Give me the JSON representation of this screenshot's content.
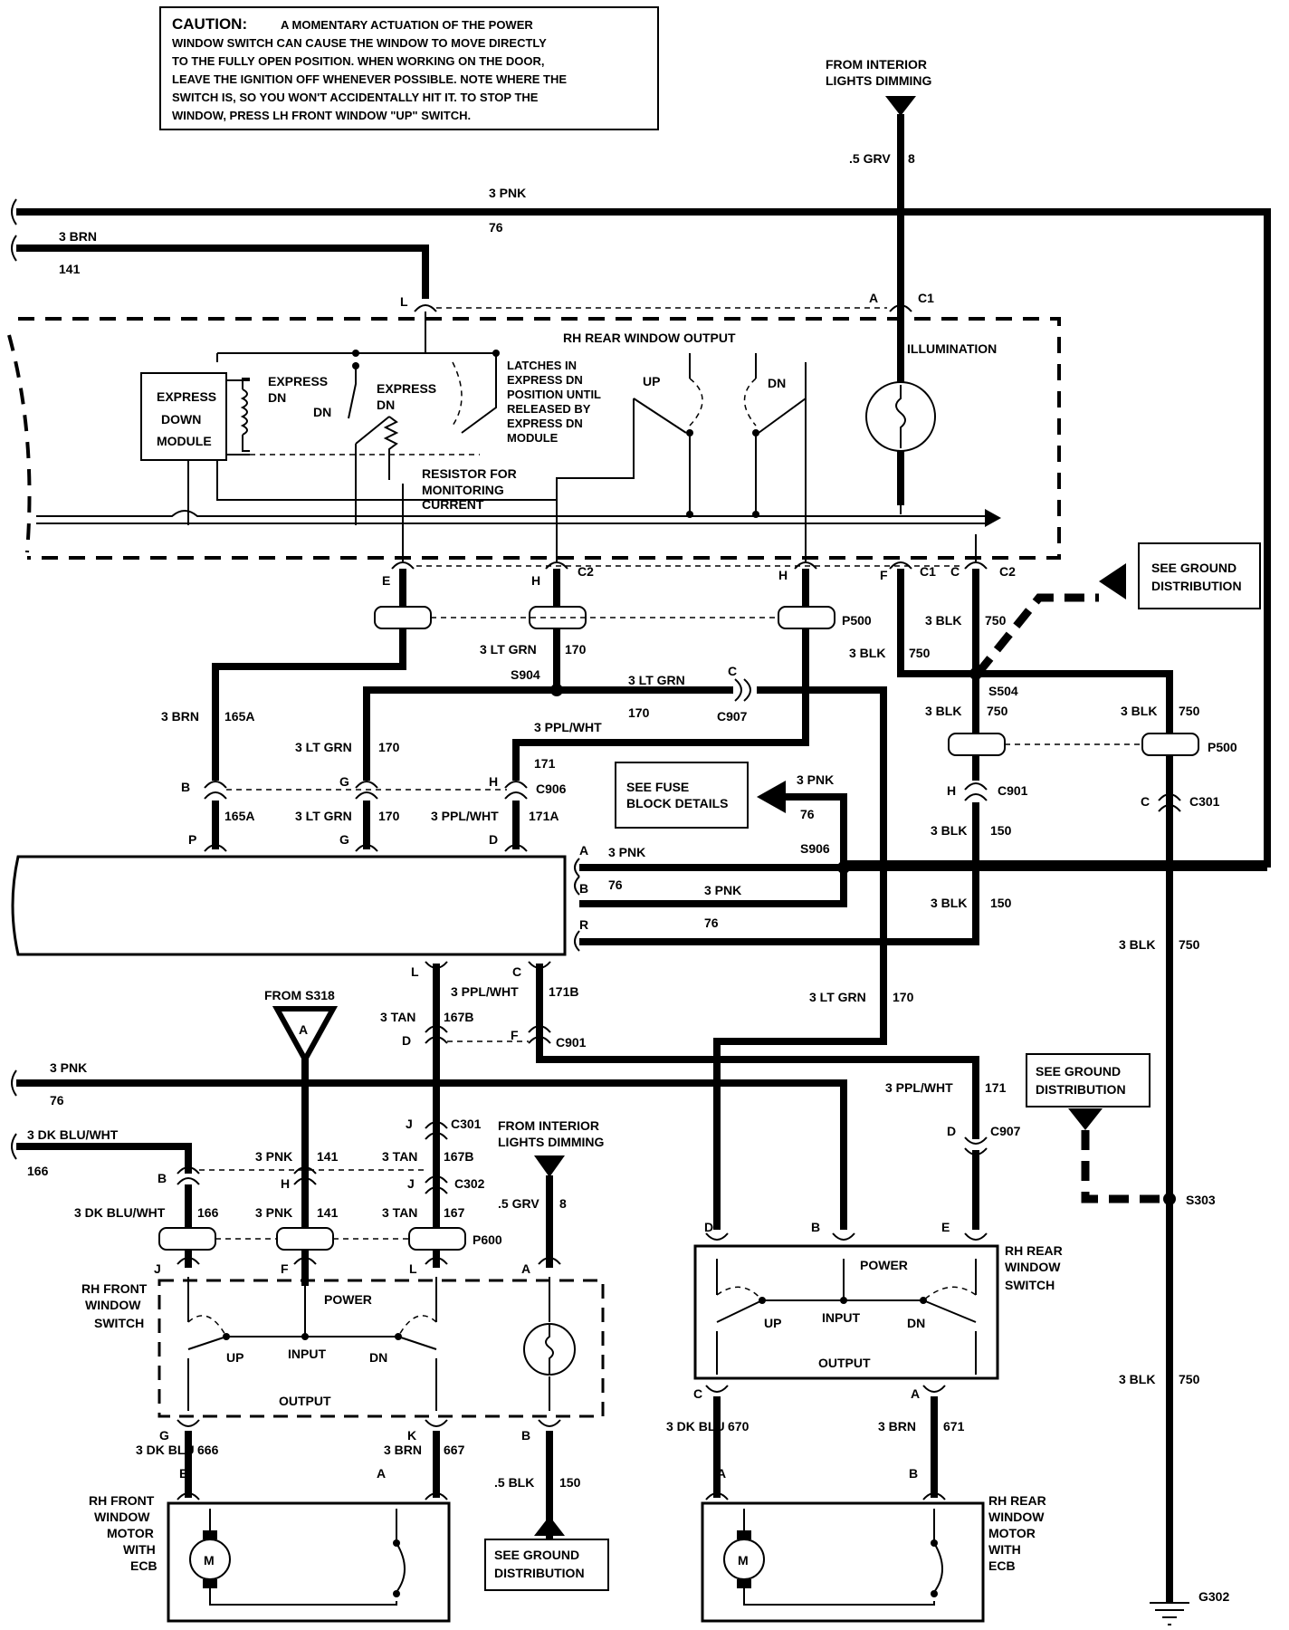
{
  "caution": {
    "title": "CAUTION:",
    "lines": [
      "A MOMENTARY ACTUATION OF THE POWER",
      "WINDOW SWITCH CAN CAUSE THE WINDOW TO MOVE DIRECTLY",
      "TO THE FULLY OPEN POSITION. WHEN WORKING ON THE DOOR,",
      "LEAVE THE IGNITION OFF WHENEVER POSSIBLE. NOTE WHERE THE",
      "SWITCH IS, SO YOU WON'T ACCIDENTALLY HIT IT. TO STOP THE",
      "WINDOW, PRESS LH FRONT WINDOW \"UP\" SWITCH."
    ]
  },
  "labels": {
    "from_interior_1": "FROM INTERIOR",
    "lights_dimming_1": "LIGHTS DIMMING",
    "grv_8": ".5 GRV",
    "grv_8_num": "8",
    "pnk_top": "3 PNK",
    "pnk_top_num": "76",
    "brn_top": "3 BRN",
    "brn_top_num": "141",
    "pin_L": "L",
    "pin_A": "A",
    "c1_top": "C1",
    "rh_rear_output": "RH REAR WINDOW OUTPUT",
    "illumination": "ILLUMINATION",
    "express": "EXPRESS",
    "down": "DOWN",
    "module": "MODULE",
    "express_dn_a1": "EXPRESS",
    "express_dn_a2": "DN",
    "express_dn_b1": "EXPRESS",
    "express_dn_b2": "DN",
    "dn_small": "DN",
    "latches1": "LATCHES IN",
    "latches2": "EXPRESS DN",
    "latches3": "POSITION UNTIL",
    "latches4": "RELEASED BY",
    "latches5": "EXPRESS DN",
    "latches6": "MODULE",
    "up": "UP",
    "dn": "DN",
    "resistor1": "RESISTOR FOR",
    "resistor2": "MONITORING",
    "resistor3": "CURRENT",
    "pin_E": "E",
    "pin_H1": "H",
    "c2_a": "C2",
    "pin_H2": "H",
    "pin_F": "F",
    "c1_b": "C1",
    "pin_C": "C",
    "c2_b": "C2",
    "see_ground_1a": "SEE GROUND",
    "see_ground_1b": "DISTRIBUTION",
    "p500_a": "P500",
    "blk_750_a": "3 BLK",
    "num_750_a": "750",
    "blk_750_b": "3 BLK",
    "num_750_b": "750",
    "ltgrn_170_a": "3 LT GRN",
    "num_170_a": "170",
    "s904": "S904",
    "ltgrn_170_b": "3 LT GRN",
    "num_170_b": "170",
    "c907_a": "C907",
    "pin_C_c907": "C",
    "s504": "S504",
    "blk_750_c": "3 BLK",
    "num_750_c": "750",
    "blk_750_d": "3 BLK",
    "num_750_d": "750",
    "brn_165a": "3 BRN",
    "num_165a": "165A",
    "ltgrn_170_c": "3 LT GRN",
    "num_170_c": "170",
    "pplwht_171": "3 PPL/WHT",
    "num_171": "171",
    "p500_b": "P500",
    "pin_B1": "B",
    "pin_G1": "G",
    "pin_H3": "H",
    "c906": "C906",
    "see_fuse1": "SEE FUSE",
    "see_fuse2": "BLOCK DETAILS",
    "pnk_76_fuse": "3 PNK",
    "num_76_fuse": "76",
    "pin_H4": "H",
    "c901_a": "C901",
    "pin_C2": "C",
    "c301_a": "C301",
    "num_165a_b": "165A",
    "ltgrn_170_d": "3 LT GRN",
    "num_170_d": "170",
    "pplwht_171a": "3 PPL/WHT",
    "num_171a": "171A",
    "blk_150_a": "3 BLK",
    "num_150_a": "150",
    "pin_P": "P",
    "pin_G2": "G",
    "pin_D1": "D",
    "pin_A2": "A",
    "pnk_A": "3 PNK",
    "s906": "S906",
    "pin_B2": "B",
    "num_76_B": "76",
    "pnk_B": "3 PNK",
    "pin_R": "R",
    "num_76_R": "76",
    "blk_150_b": "3 BLK",
    "num_150_b": "150",
    "blk_750_e": "3 BLK",
    "num_750_e": "750",
    "pin_L2": "L",
    "pin_C3": "C",
    "pplwht_171b": "3 PPL/WHT",
    "num_171b": "171B",
    "from_s318": "FROM S318",
    "tan_167b": "3 TAN",
    "num_167b": "167B",
    "ltgrn_170_e": "3 LT GRN",
    "num_170_e": "170",
    "pin_D2": "D",
    "pin_F2": "F",
    "c901_b": "C901",
    "pnk_lower": "3 PNK",
    "num_76_lower": "76",
    "see_ground_2a": "SEE GROUND",
    "see_ground_2b": "DISTRIBUTION",
    "pplwht_171c": "3 PPL/WHT",
    "num_171c": "171",
    "pin_J1": "J",
    "c301_b": "C301",
    "from_interior_2": "FROM INTERIOR",
    "lights_dimming_2": "LIGHTS DIMMING",
    "pin_D3": "D",
    "c907_b": "C907",
    "dkbluwht": "3 DK BLU/WHT",
    "num_166": "166",
    "pnk_141": "3 PNK",
    "num_141": "141",
    "tan_167b_2": "3 TAN",
    "num_167b_2": "167B",
    "pin_B3": "B",
    "pin_H5": "H",
    "pin_J2": "J",
    "c302": "C302",
    "grv_8_b": ".5 GRV",
    "num_8_b": "8",
    "s303": "S303",
    "dkbluwht_2": "3 DK BLU/WHT",
    "num_166_2": "166",
    "pnk_141_2": "3 PNK",
    "num_141_2": "141",
    "tan_167": "3 TAN",
    "num_167": "167",
    "p600": "P600",
    "pin_D4": "D",
    "pin_B4": "B",
    "pin_E2": "E",
    "rh_rear_sw1": "RH REAR",
    "rh_rear_sw2": "WINDOW",
    "rh_rear_sw3": "SWITCH",
    "pin_J3": "J",
    "pin_F3": "F",
    "pin_L3": "L",
    "pin_A3": "A",
    "power_r": "POWER",
    "rh_front_sw1": "RH FRONT",
    "rh_front_sw2": "WINDOW",
    "rh_front_sw3": "SWITCH",
    "power_f": "POWER",
    "input_r": "INPUT",
    "up_r": "UP",
    "dn_r": "DN",
    "up_f": "UP",
    "input_f": "INPUT",
    "dn_f": "DN",
    "output_r": "OUTPUT",
    "output_f": "OUTPUT",
    "pin_G3": "G",
    "pin_K": "K",
    "pin_B5": "B",
    "pin_C4": "C",
    "pin_A4": "A",
    "blk_750_f": "3 BLK",
    "num_750_f": "750",
    "dkblu_666": "3 DK BLU",
    "num_666": "666",
    "brn_667": "3 BRN",
    "num_667": "667",
    "dkblu_670": "3 DK BLU",
    "num_670": "670",
    "brn_671": "3 BRN",
    "num_671": "671",
    "pin_B6": "B",
    "pin_A5": "A",
    "blk_150_c": ".5 BLK",
    "num_150_c": "150",
    "pin_A6": "A",
    "pin_B7": "B",
    "rh_front_motor1": "RH FRONT",
    "rh_front_motor2": "WINDOW",
    "rh_front_motor3": "MOTOR",
    "rh_front_motor4": "WITH",
    "rh_front_motor5": "ECB",
    "rh_rear_motor1": "RH REAR",
    "rh_rear_motor2": "WINDOW",
    "rh_rear_motor3": "MOTOR",
    "rh_rear_motor4": "WITH",
    "rh_rear_motor5": "ECB",
    "m1": "M",
    "m2": "M",
    "see_ground_3a": "SEE GROUND",
    "see_ground_3b": "DISTRIBUTION",
    "g302": "G302",
    "tri_A": "A"
  }
}
